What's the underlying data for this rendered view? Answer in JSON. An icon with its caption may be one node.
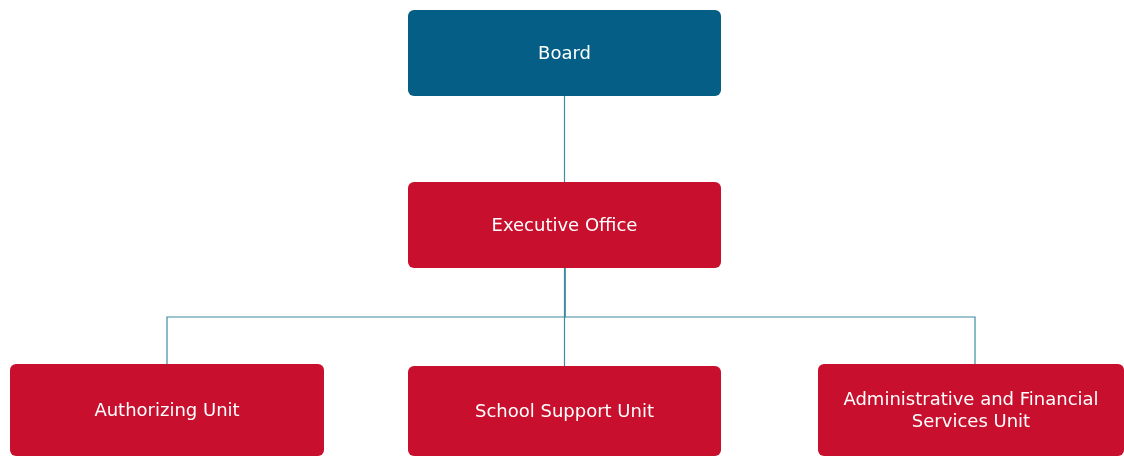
{
  "diagram": {
    "nodes": [
      {
        "text": [
          "Board"
        ]
      },
      {
        "text": [
          "Executive Office"
        ]
      },
      {
        "text": [
          "Authorizing Unit"
        ]
      },
      {
        "text": [
          "School Support Unit"
        ]
      },
      {
        "text": [
          "Administrative and Financial Services Unit"
        ]
      }
    ],
    "edges": [
      {
        "from": 0,
        "to": 1,
        "arrow": "none"
      },
      {
        "from": 1,
        "to": 2,
        "arrow": "none"
      },
      {
        "from": 1,
        "to": 3,
        "arrow": "none"
      },
      {
        "from": 1,
        "to": 4,
        "arrow": "none"
      }
    ]
  }
}
